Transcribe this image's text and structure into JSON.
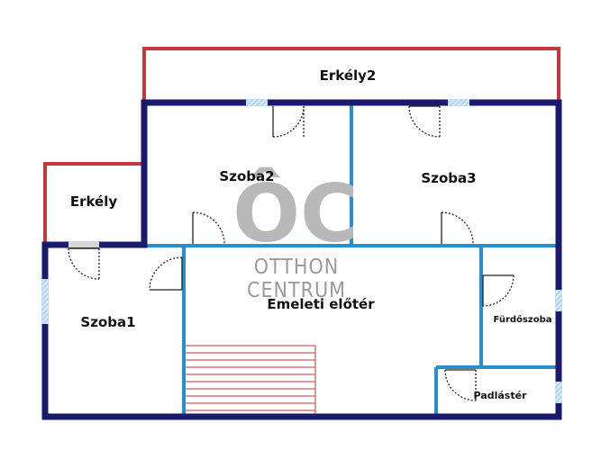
{
  "rooms": {
    "erkely2": "Erkély2",
    "erkely": "Erkély",
    "szoba2": "Szoba2",
    "szoba3": "Szoba3",
    "szoba1": "Szoba1",
    "emeleti_eloter": "Emeleti előtér",
    "furdoszoba": "Fürdőszoba",
    "padlaster": "Padlástér"
  },
  "watermark": {
    "logo": "ÔC",
    "line1": "OTTHON",
    "line2": "CENTRUM"
  },
  "colors": {
    "outer_wall": "#1a1a6e",
    "inner_wall": "#2a8fc8",
    "balcony": "#c0393b",
    "window": "#a9d4ef",
    "stairs": "#c0393b",
    "door": "#222222",
    "watermark": "#b8b8b8"
  }
}
